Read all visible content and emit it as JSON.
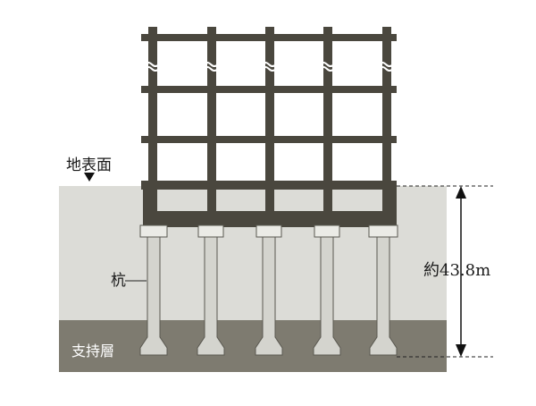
{
  "labels": {
    "ground_surface": "地表面",
    "pile": "杭",
    "depth": "約43.8m",
    "bearing_layer": "支持層"
  },
  "colors": {
    "soil": "#dcdcd7",
    "bearing": "#7e7b70",
    "frame": "#4a473e",
    "pile": "#d4d4ce",
    "pile_cap": "#ebebe6",
    "line": "#222222"
  },
  "icons": {
    "ground_marker": "triangle-down-icon",
    "break_marks": "wavy-break-icon"
  }
}
